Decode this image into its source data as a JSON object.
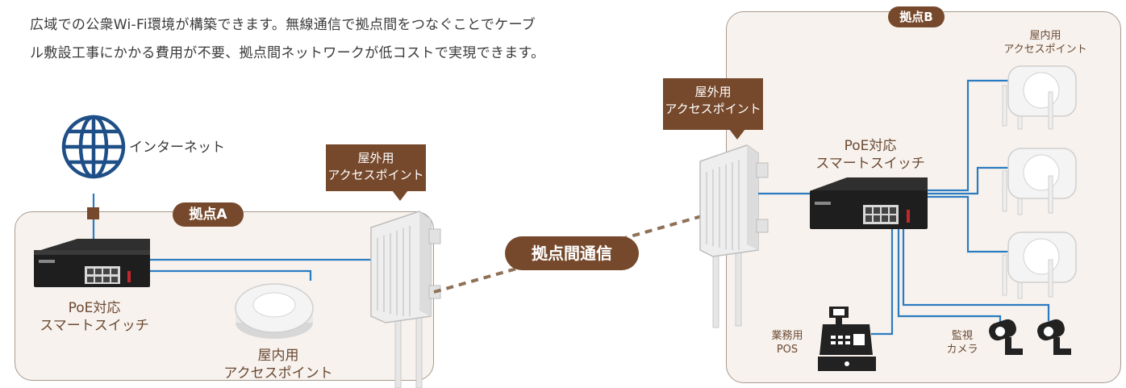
{
  "intro": {
    "line1": "広域での公衆Wi-Fi環境が構築できます。無線通信で拠点間をつなぐことでケーブ",
    "line2": "ル敷設工事にかかる費用が不要、拠点間ネットワークが低コストで実現できます。"
  },
  "internet": {
    "label": "インターネット"
  },
  "site_a": {
    "tag": "拠点A",
    "switch_label_1": "PoE対応",
    "switch_label_2": "スマートスイッチ",
    "indoor_ap_label_1": "屋内用",
    "indoor_ap_label_2": "アクセスポイント",
    "outdoor_ap_label_1": "屋外用",
    "outdoor_ap_label_2": "アクセスポイント"
  },
  "link": {
    "label": "拠点間通信"
  },
  "site_b": {
    "tag": "拠点B",
    "outdoor_ap_label_1": "屋外用",
    "outdoor_ap_label_2": "アクセスポイント",
    "switch_label_1": "PoE対応",
    "switch_label_2": "スマートスイッチ",
    "indoor_ap_label_1": "屋内用",
    "indoor_ap_label_2": "アクセスポイント",
    "pos_label_1": "業務用",
    "pos_label_2": "POS",
    "camera_label_1": "監視",
    "camera_label_2": "カメラ"
  },
  "colors": {
    "brown": "#76492c",
    "cable": "#2b7bc0",
    "panel": "#f7f2ee",
    "globe": "#1f4f87"
  }
}
